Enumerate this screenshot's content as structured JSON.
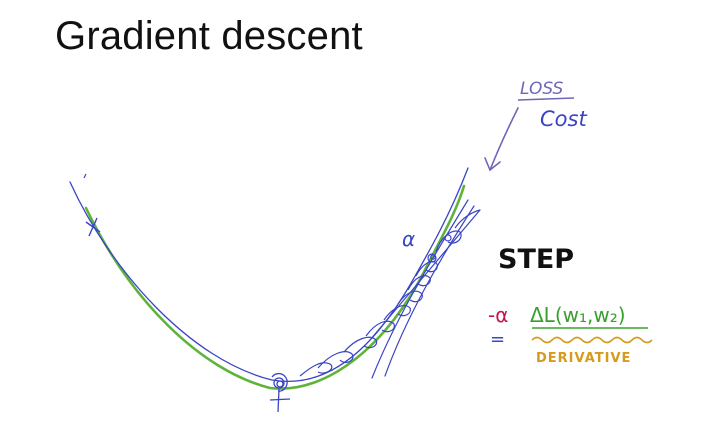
{
  "slide": {
    "title": "Gradient descent"
  },
  "annotations": {
    "loss_label": "LOSS",
    "cost_label": "Cost",
    "alpha_label": "α",
    "step_label": "STEP",
    "formula_minus_alpha": "-α",
    "formula_gradient": "ΔL(w₁,w₂)",
    "formula_equals": "=",
    "derivative_label": "DERIVATIVE"
  },
  "colors": {
    "ink_blue": "#3a44c6",
    "loss_purple": "#6f66b7",
    "curve_green": "#5fb33a",
    "alpha_red": "#c4144e",
    "gradient_green": "#38a02c",
    "derivative_orange": "#d69a1c",
    "title_black": "#111111"
  }
}
